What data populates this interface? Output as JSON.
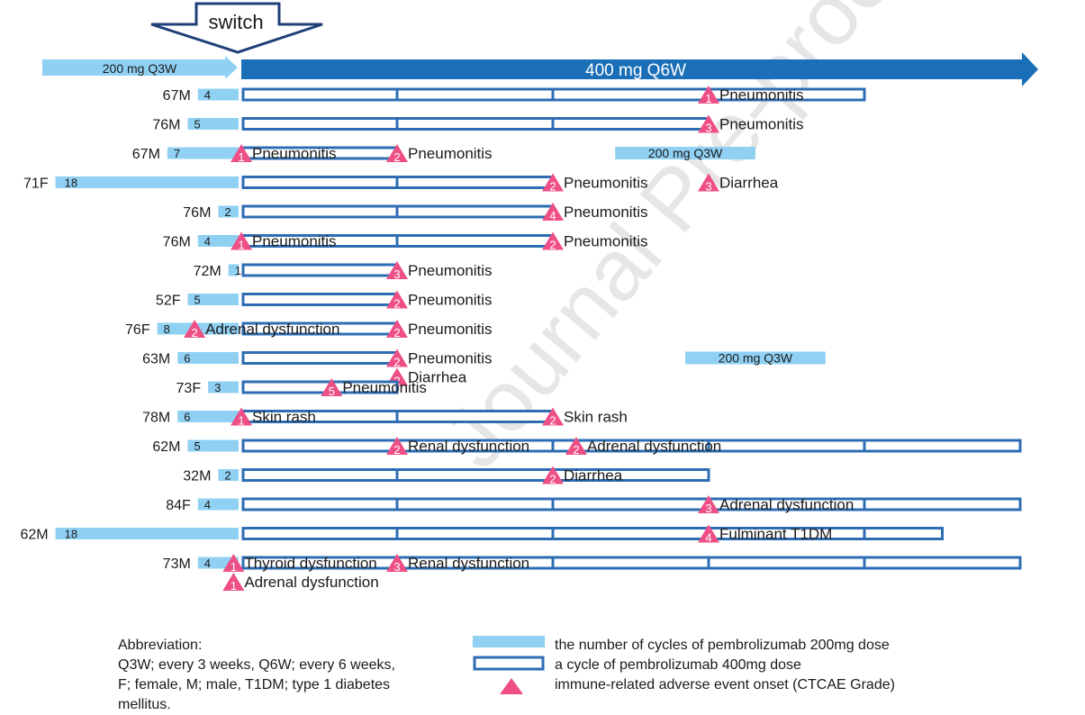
{
  "switch_label": "switch",
  "regimen_top": {
    "before": "200 mg Q3W",
    "after": "400 mg Q6W"
  },
  "colors": {
    "q3w": "#8fd0f3",
    "q6w_arrow": "#1a6fb8",
    "q6w_box": "#2e6db4",
    "ae": "#ee4f86"
  },
  "chart_data": {
    "type": "swimmer",
    "units": "cycles",
    "patients": [
      {
        "label": "67M",
        "q3w_cycles": 4,
        "q6w_cycles": 4,
        "events": [
          {
            "cycle": 3,
            "grade": "1",
            "name": "Pneumonitis"
          }
        ]
      },
      {
        "label": "76M",
        "q3w_cycles": 5,
        "q6w_cycles": 3,
        "events": [
          {
            "cycle": 3,
            "grade": "3",
            "name": "Pneumonitis"
          }
        ]
      },
      {
        "label": "67M",
        "q3w_cycles": 7,
        "q6w_cycles": 1,
        "events": [
          {
            "cycle": 0,
            "grade": "1",
            "name": "Pneumonitis"
          },
          {
            "cycle": 1,
            "grade": "2",
            "name": "Pneumonitis"
          }
        ],
        "resumed": {
          "label": "200 mg Q3W",
          "start": 2.4,
          "end": 3.3
        }
      },
      {
        "label": "71F",
        "q3w_cycles": 18,
        "q6w_cycles": 2,
        "events": [
          {
            "cycle": 2,
            "grade": "2",
            "name": "Pneumonitis"
          },
          {
            "cycle": 3,
            "grade": "3",
            "name": "Diarrhea"
          }
        ]
      },
      {
        "label": "76M",
        "q3w_cycles": 2,
        "q6w_cycles": 2,
        "events": [
          {
            "cycle": 2,
            "grade": "4",
            "name": "Pneumonitis"
          }
        ]
      },
      {
        "label": "76M",
        "q3w_cycles": 4,
        "q6w_cycles": 2,
        "events": [
          {
            "cycle": 0,
            "grade": "1",
            "name": "Pneumonitis"
          },
          {
            "cycle": 2,
            "grade": "2",
            "name": "Pneumonitis"
          }
        ]
      },
      {
        "label": "72M",
        "q3w_cycles": 1,
        "q6w_cycles": 1,
        "events": [
          {
            "cycle": 1,
            "grade": "3",
            "name": "Pneumonitis"
          }
        ]
      },
      {
        "label": "52F",
        "q3w_cycles": 5,
        "q6w_cycles": 1,
        "events": [
          {
            "cycle": 1,
            "grade": "2",
            "name": "Pneumonitis"
          }
        ]
      },
      {
        "label": "76F",
        "q3w_cycles": 8,
        "q6w_cycles": 1,
        "events": [
          {
            "cycle": -0.3,
            "grade": "2",
            "name": "Adrenal dysfunction"
          },
          {
            "cycle": 1,
            "grade": "2",
            "name": "Pneumonitis"
          }
        ]
      },
      {
        "label": "63M",
        "q3w_cycles": 6,
        "q6w_cycles": 1,
        "events": [
          {
            "cycle": 1,
            "grade": "2",
            "name": "Pneumonitis",
            "row": 0
          },
          {
            "cycle": 1,
            "grade": "2",
            "name": "Diarrhea",
            "row": 1
          }
        ],
        "resumed": {
          "label": "200 mg Q3W",
          "start": 2.85,
          "end": 3.75
        }
      },
      {
        "label": "73F",
        "q3w_cycles": 3,
        "q6w_cycles": 1,
        "events": [
          {
            "cycle": 0.58,
            "grade": "5",
            "name": "Pneumonitis"
          }
        ]
      },
      {
        "label": "78M",
        "q3w_cycles": 6,
        "q6w_cycles": 2,
        "events": [
          {
            "cycle": 0,
            "grade": "1",
            "name": "Skin rash"
          },
          {
            "cycle": 2,
            "grade": "2",
            "name": "Skin rash"
          }
        ]
      },
      {
        "label": "62M",
        "q3w_cycles": 5,
        "q6w_cycles": 5,
        "events": [
          {
            "cycle": 1,
            "grade": "2",
            "name": "Renal dysfunction"
          },
          {
            "cycle": 2.15,
            "grade": "2",
            "name": "Adrenal dysfunction"
          }
        ]
      },
      {
        "label": "32M",
        "q3w_cycles": 2,
        "q6w_cycles": 3,
        "events": [
          {
            "cycle": 2,
            "grade": "2",
            "name": "Diarrhea"
          }
        ]
      },
      {
        "label": "84F",
        "q3w_cycles": 4,
        "q6w_cycles": 5,
        "events": [
          {
            "cycle": 3,
            "grade": "3",
            "name": "Adrenal dysfunction"
          }
        ]
      },
      {
        "label": "62M",
        "q3w_cycles": 18,
        "q6w_cycles": 4.5,
        "events": [
          {
            "cycle": 3,
            "grade": "4",
            "name": "Fulminant T1DM"
          }
        ]
      },
      {
        "label": "73M",
        "q3w_cycles": 4,
        "q6w_cycles": 5,
        "events": [
          {
            "cycle": -0.05,
            "grade": "1",
            "name": "Thyroid dysfunction",
            "row": 0
          },
          {
            "cycle": -0.05,
            "grade": "1",
            "name": "Adrenal dysfunction",
            "row": 1
          },
          {
            "cycle": 1,
            "grade": "3",
            "name": "Renal dysfunction",
            "row": 0
          }
        ]
      }
    ]
  },
  "abbreviation": {
    "title": "Abbreviation:",
    "line1": "Q3W; every 3 weeks, Q6W; every 6 weeks,",
    "line2": "F; female, M; male, T1DM; type 1 diabetes",
    "line3": "mellitus."
  },
  "legend": {
    "q3w": "the number of cycles of pembrolizumab 200mg dose",
    "q6w": "a cycle of pembrolizumab 400mg dose",
    "ae": "immune-related adverse event onset (CTCAE Grade)"
  },
  "watermark": "Journal Pre-proof"
}
